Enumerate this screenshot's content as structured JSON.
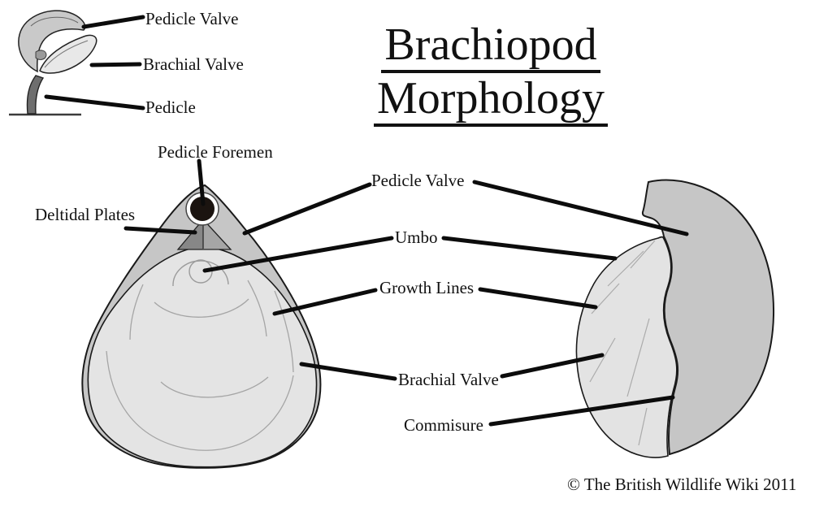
{
  "diagram": {
    "title_line1": "Brachiopod",
    "title_line2": "Morphology",
    "copyright": "© The British Wildlife Wiki 2011"
  },
  "inset_labels": {
    "pedicle_valve": "Pedicle Valve",
    "brachial_valve": "Brachial Valve",
    "pedicle": "Pedicle"
  },
  "main_labels": {
    "pedicle_foramen": "Pedicle Foremen",
    "deltidal_plates": "Deltidal Plates",
    "pedicle_valve": "Pedicle Valve",
    "umbo": "Umbo",
    "growth_lines": "Growth Lines",
    "brachial_valve": "Brachial Valve",
    "commisure": "Commisure"
  },
  "colors": {
    "pedicle_valve_fill": "#c6c6c6",
    "brachial_valve_fill": "#e4e4e4",
    "deltidial_left_fill": "#878787",
    "deltidial_right_fill": "#a6a6a6",
    "foramen_fill": "#1b1410",
    "outline": "#1a1a1a",
    "leader_line": "#0c0c0c",
    "growth_line": "#a5a5a5"
  }
}
